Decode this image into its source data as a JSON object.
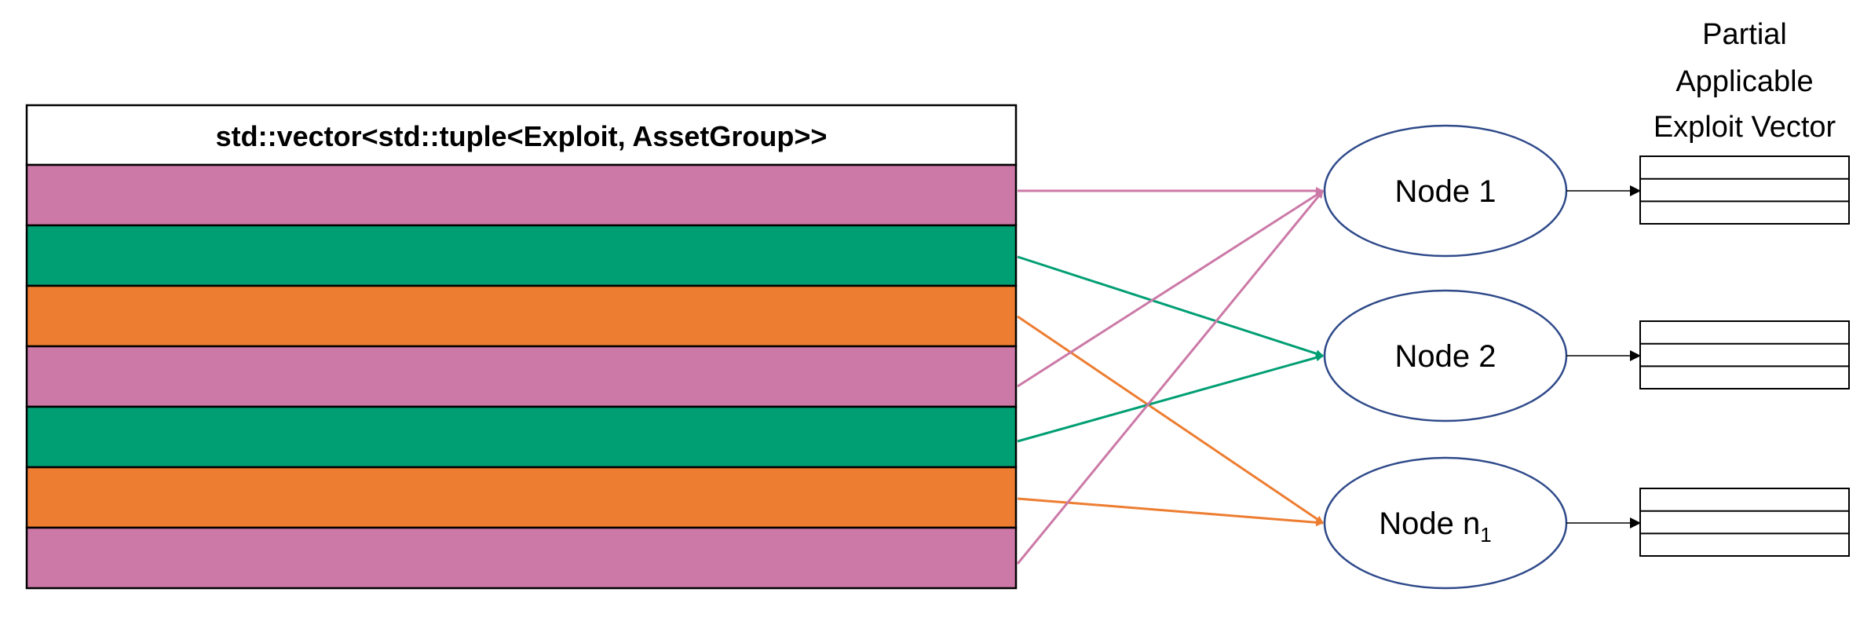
{
  "colors": {
    "pink": "#CC79A7",
    "green": "#009E73",
    "orange": "#ED7D31",
    "node_border": "#2F4A8A",
    "outline": "#000000"
  },
  "vector": {
    "header": "std::vector<std::tuple<Exploit, AssetGroup>>",
    "rows": [
      "pink",
      "green",
      "orange",
      "pink",
      "green",
      "orange",
      "pink"
    ]
  },
  "nodes": [
    {
      "label": "Node 1",
      "sub": ""
    },
    {
      "label": "Node 2",
      "sub": ""
    },
    {
      "label": "Node n",
      "sub": "1"
    }
  ],
  "caption": {
    "line1": "Partial",
    "line2": "Applicable",
    "line3": "Exploit Vector"
  },
  "edges": [
    {
      "row": 0,
      "node": 0,
      "color": "pink"
    },
    {
      "row": 1,
      "node": 1,
      "color": "green"
    },
    {
      "row": 2,
      "node": 2,
      "color": "orange"
    },
    {
      "row": 3,
      "node": 0,
      "color": "pink"
    },
    {
      "row": 4,
      "node": 1,
      "color": "green"
    },
    {
      "row": 5,
      "node": 2,
      "color": "orange"
    },
    {
      "row": 6,
      "node": 0,
      "color": "pink"
    }
  ]
}
